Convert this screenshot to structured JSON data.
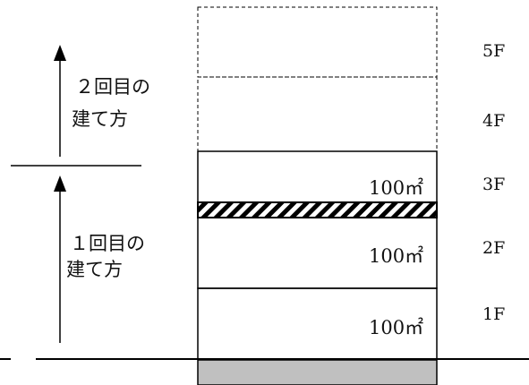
{
  "floors": [
    {
      "label": "5F",
      "area": "",
      "status": "planned"
    },
    {
      "label": "4F",
      "area": "",
      "status": "planned"
    },
    {
      "label": "3F",
      "area": "100㎡",
      "status": "built"
    },
    {
      "label": "2F",
      "area": "100㎡",
      "status": "built"
    },
    {
      "label": "1F",
      "area": "100㎡",
      "status": "built"
    }
  ],
  "phases": {
    "second": {
      "line1": "２回目の",
      "line2": "建て方"
    },
    "first": {
      "line1": "１回目の",
      "line2": "建て方"
    }
  },
  "colors": {
    "line": "#000000",
    "foundation": "#c0c0c0",
    "hatch": "#000000"
  }
}
